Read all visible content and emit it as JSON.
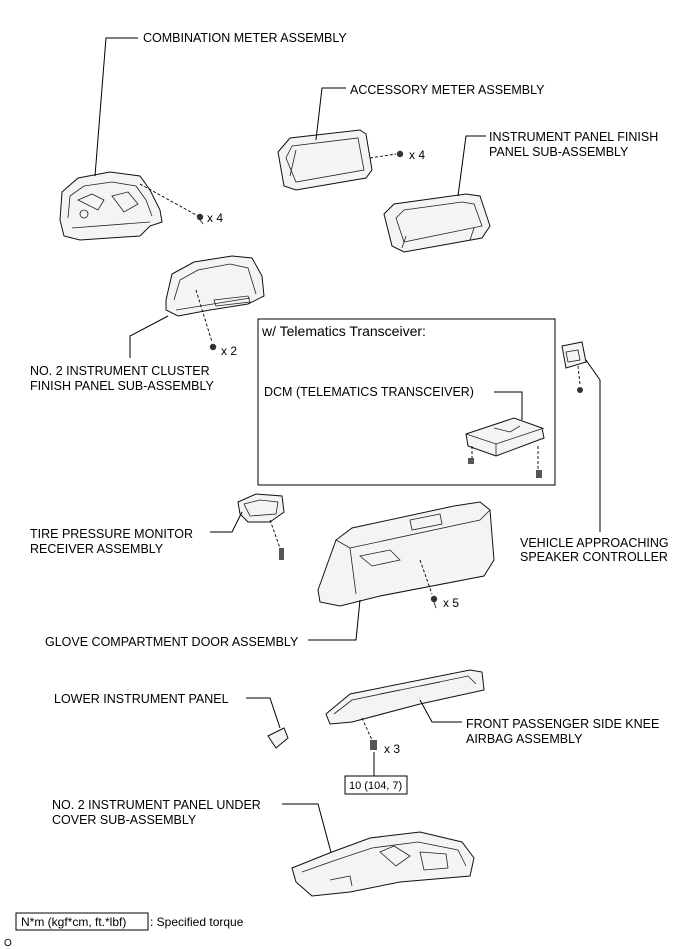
{
  "labels": {
    "combination_meter": "COMBINATION METER ASSEMBLY",
    "accessory_meter": "ACCESSORY METER ASSEMBLY",
    "instrument_finish_l1": "INSTRUMENT PANEL FINISH",
    "instrument_finish_l2": "PANEL SUB-ASSEMBLY",
    "no2_cluster_l1": "NO. 2 INSTRUMENT CLUSTER",
    "no2_cluster_l2": "FINISH PANEL SUB-ASSEMBLY",
    "telematics_title": "w/ Telematics Transceiver:",
    "dcm": "DCM (TELEMATICS TRANSCEIVER)",
    "tire_pressure_l1": "TIRE PRESSURE MONITOR",
    "tire_pressure_l2": "RECEIVER ASSEMBLY",
    "vehicle_speaker_l1": "VEHICLE APPROACHING",
    "vehicle_speaker_l2": "SPEAKER CONTROLLER",
    "glove_door": "GLOVE COMPARTMENT DOOR ASSEMBLY",
    "lower_panel": "LOWER INSTRUMENT PANEL",
    "knee_airbag_l1": "FRONT PASSENGER SIDE KNEE",
    "knee_airbag_l2": "AIRBAG ASSEMBLY",
    "no2_under_l1": "NO. 2 INSTRUMENT PANEL UNDER",
    "no2_under_l2": "COVER SUB-ASSEMBLY"
  },
  "quantities": {
    "combination_meter_screws": "x 4",
    "accessory_meter_screws": "x 4",
    "cluster_finish_screws": "x 2",
    "glove_door_screws": "x 5",
    "knee_airbag_bolts": "x 3"
  },
  "torque": {
    "knee_airbag_torque": "10 (104, 7)"
  },
  "legend": {
    "unit_box": "N*m (kgf*cm, ft.*lbf)",
    "description": ": Specified torque"
  },
  "corner_mark": "O"
}
